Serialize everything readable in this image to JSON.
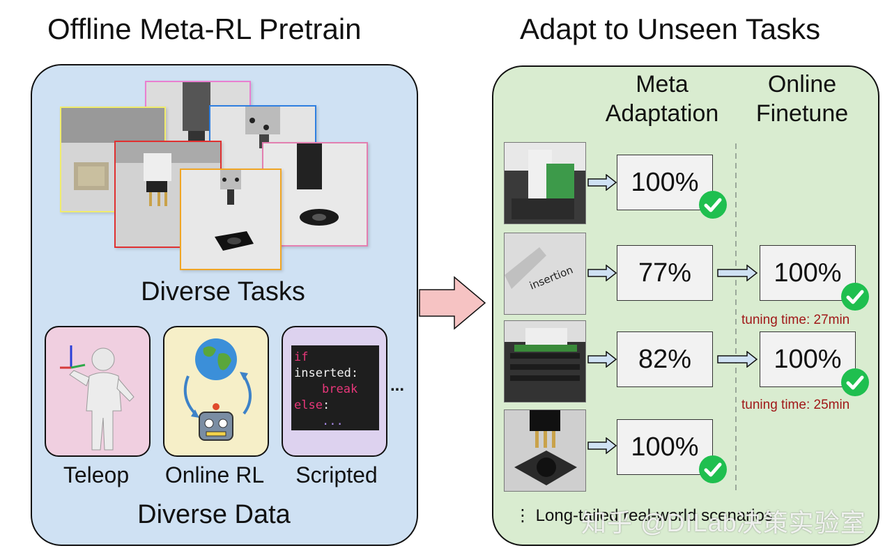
{
  "left_title": "Offline Meta-RL Pretrain",
  "right_title": "Adapt to Unseen Tasks",
  "diverse_tasks_label": "Diverse Tasks",
  "diverse_data_label": "Diverse Data",
  "data_sources": [
    {
      "label": "Teleop",
      "icon": "teleop-figure-icon",
      "color": "#f0cfe0"
    },
    {
      "label": "Online RL",
      "icon": "globe-robot-icon",
      "color": "#f6efc8"
    },
    {
      "label": "Scripted",
      "icon": "code-snippet-icon",
      "color": "#ddd2ef"
    }
  ],
  "data_sources_more": "...",
  "code_snippet": {
    "line1_kw": "if",
    "line1_rest": " inserted:",
    "line2": "break",
    "line3_kw": "else",
    "line3_rest": ":",
    "line4": "..."
  },
  "photo_frame_colors": [
    "#e97fd0",
    "#f0ec6c",
    "#2f7fe0",
    "#e03030",
    "#e37fb0",
    "#f0a524"
  ],
  "columns": {
    "meta": "Meta\nAdaptation",
    "online": "Online\nFinetune"
  },
  "rows": [
    {
      "meta_score": "100%",
      "meta_check": true,
      "online_score": null,
      "tuning": null
    },
    {
      "meta_score": "77%",
      "meta_check": false,
      "online_score": "100%",
      "online_check": true,
      "tuning": "tuning time: 27min"
    },
    {
      "meta_score": "82%",
      "meta_check": false,
      "online_score": "100%",
      "online_check": true,
      "tuning": "tuning time: 25min"
    },
    {
      "meta_score": "100%",
      "meta_check": true,
      "online_score": null,
      "tuning": null
    }
  ],
  "bottom_note": "⋮ Long-tailed real-world scenarios",
  "watermark": "知乎 @DILab决策实验室",
  "colors": {
    "left_panel": "#cfe1f3",
    "right_panel": "#d9ecd0",
    "big_arrow": "#f6c3c3",
    "check": "#1fbf4f",
    "tuning_text": "#a01818"
  }
}
